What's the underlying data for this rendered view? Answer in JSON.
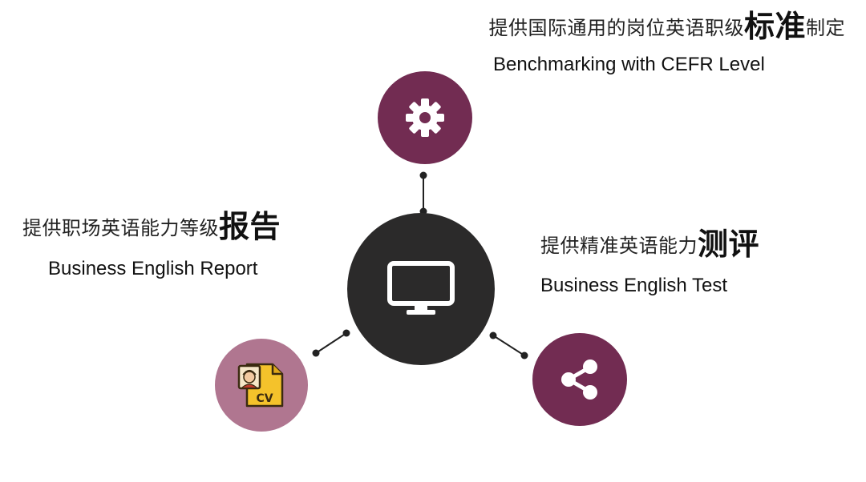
{
  "nodes": {
    "top": {
      "title_prefix": "提供国际通用的岗位英语职级",
      "title_emphasis": "标准",
      "title_suffix": "制定",
      "subtitle": "Benchmarking with CEFR Level",
      "icon": "gear-icon",
      "color": "#722c52"
    },
    "left": {
      "title_prefix": "提供职场英语能力等级",
      "title_emphasis": "报告",
      "subtitle": "Business English Report",
      "icon": "cv-document-icon",
      "icon_text": "CV",
      "color": "#b07690"
    },
    "right": {
      "title_prefix": "提供精准英语能力",
      "title_emphasis": "测评",
      "subtitle": "Business English Test",
      "icon": "share-icon",
      "color": "#722c52"
    },
    "center": {
      "icon": "monitor-icon",
      "color": "#2b2a2a"
    }
  }
}
